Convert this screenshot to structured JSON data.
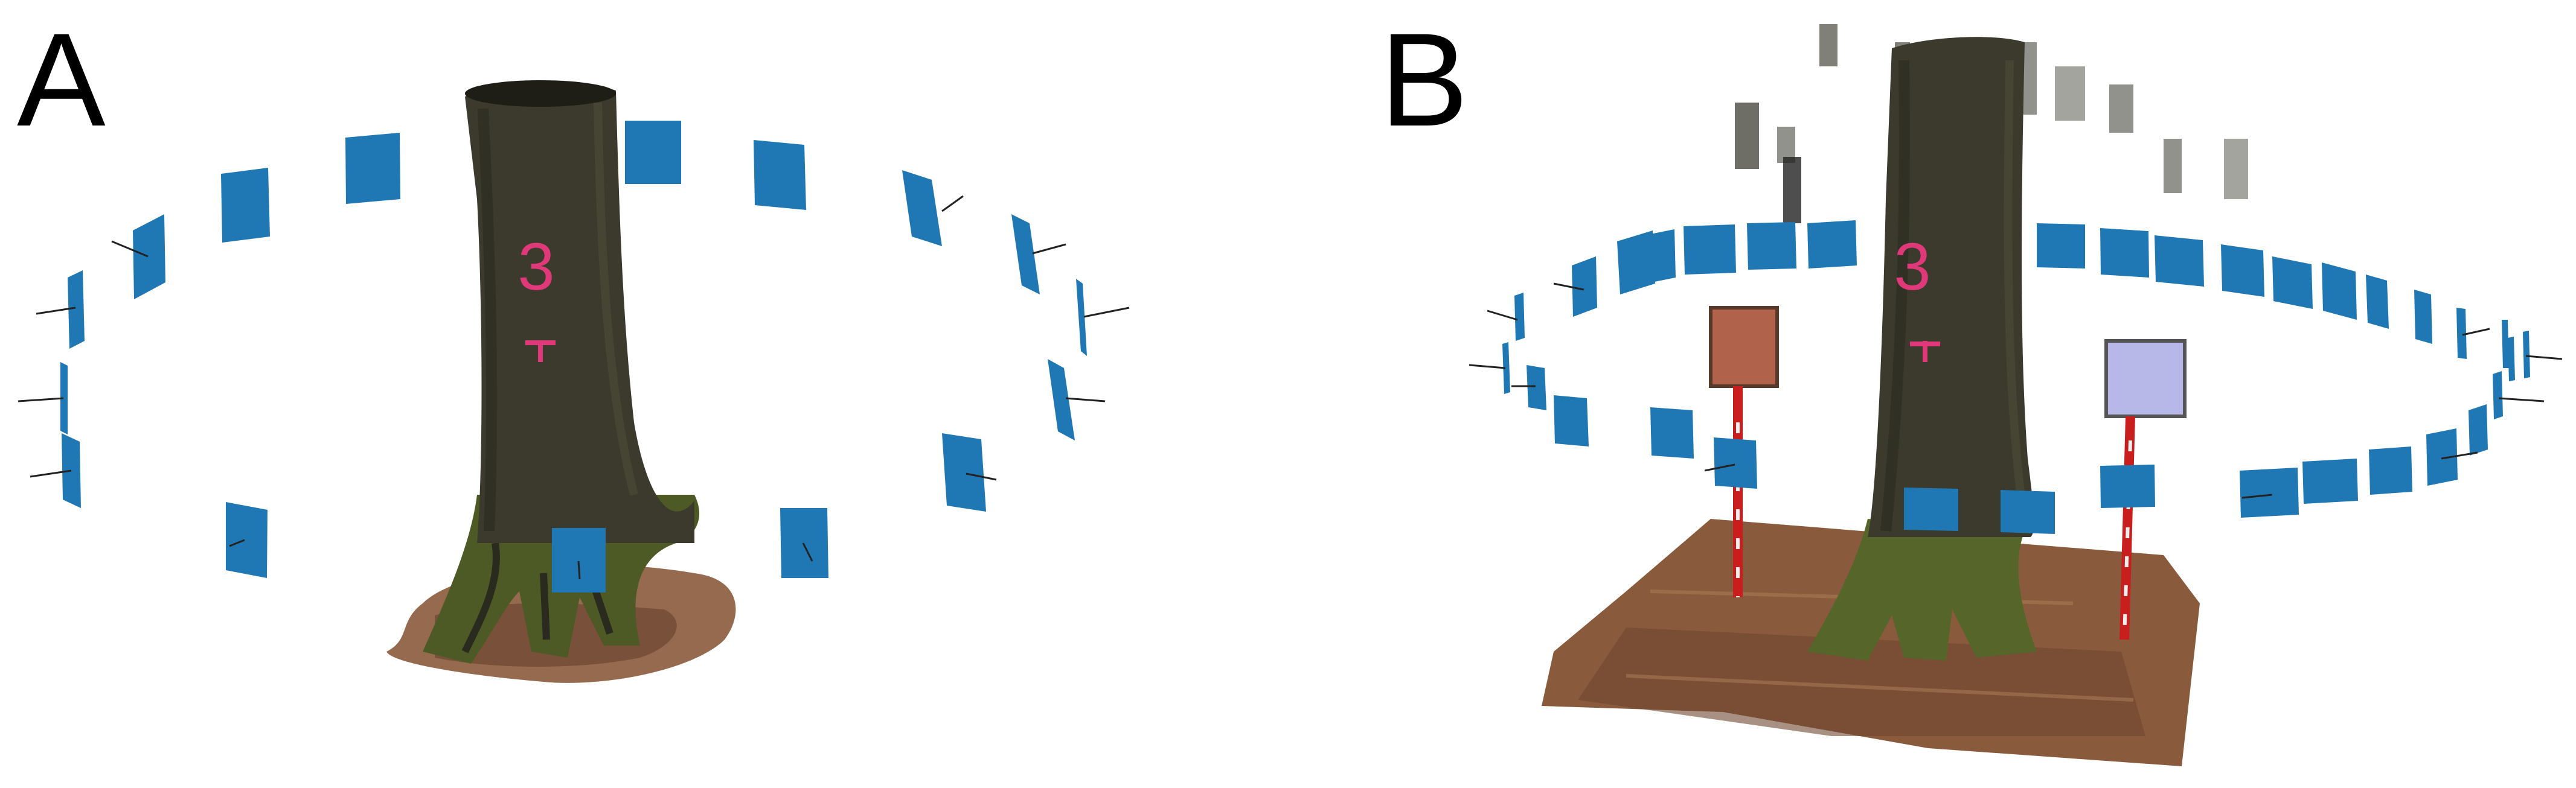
{
  "panels": [
    {
      "label": "A",
      "trunk_marking": "3"
    },
    {
      "label": "B",
      "trunk_marking": "3"
    }
  ],
  "colors": {
    "camera": "#1f77b4",
    "camera_dark": "#175e8f",
    "bark": "#3b3a2c",
    "bark_dark": "#2a2a1f",
    "moss": "#6b7a2a",
    "leaf_litter": "#8a5a3c",
    "marking": "#e0397a",
    "pole_red": "#c81e1e",
    "target_left": "#b0624a",
    "target_right": "#b8b8e8"
  }
}
